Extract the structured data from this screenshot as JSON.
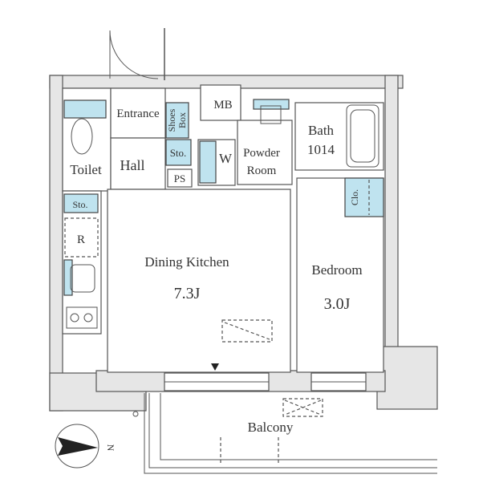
{
  "rooms": {
    "toilet": "Toilet",
    "entrance": "Entrance",
    "shoes_box_1": "Shoes",
    "shoes_box_2": "Box",
    "hall": "Hall",
    "storage_hall": "Sto.",
    "ps": "PS",
    "mb": "MB",
    "washer": "W",
    "powder_room_1": "Powder",
    "powder_room_2": "Room",
    "bath_1": "Bath",
    "bath_2": "1014",
    "closet": "Clo.",
    "storage_left": "Sto.",
    "refrigerator": "R",
    "dining_kitchen": "Dining Kitchen",
    "dining_kitchen_size": "7.3J",
    "bedroom": "Bedroom",
    "bedroom_size": "3.0J",
    "balcony": "Balcony"
  },
  "compass": {
    "north": "N"
  },
  "colors": {
    "fixture_blue": "#bfe3ef",
    "wall_gray": "#e6e6e6"
  }
}
